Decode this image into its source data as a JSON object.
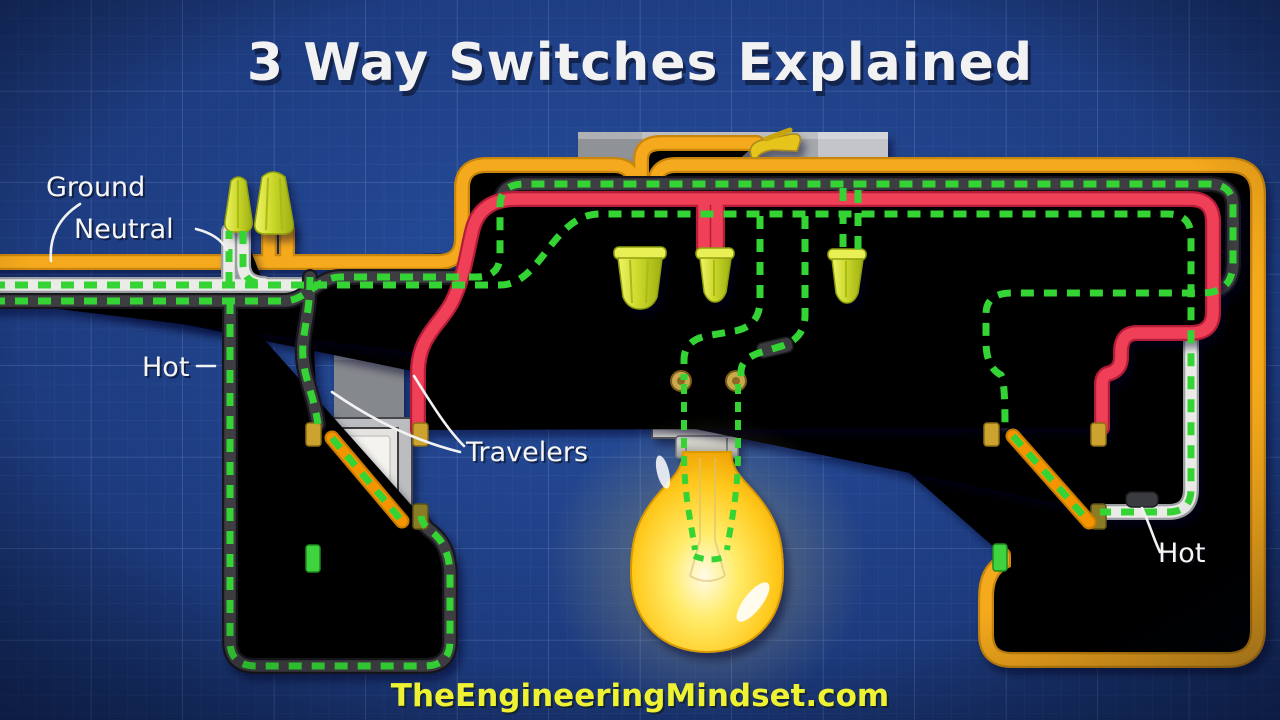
{
  "title": "3 Way Switches Explained",
  "watermark": "TheEngineeringMindset.com",
  "labels": {
    "ground": "Ground",
    "neutral": "Neutral",
    "hot_left": "Hot",
    "travelers": "Travelers",
    "hot_right": "Hot"
  },
  "colors": {
    "background_blue": "#1e3d82",
    "grid_line": "#5a7cc4",
    "ground_wire_copper": "#f5a91c",
    "neutral_wire": "#ebebe8",
    "hot_wire": "#3d3e42",
    "traveler_wire_red": "#ef4059",
    "current_flow_green": "#35d435",
    "wire_nut_yellow_green": "#d4e23a",
    "switch_strap_orange": "#f49400",
    "switch_metal_gray": "#8d9095",
    "junction_box_gray": "#a4a7ac",
    "bulb_glow_yellow": "#ffd41f",
    "title_text": "#f2f2f2",
    "label_text": "#f6f6f6",
    "watermark_text": "#eef233"
  },
  "components": {
    "left_switch": "3-way switch",
    "right_switch": "3-way switch",
    "junction_box": "ceiling junction box",
    "light": "lit incandescent bulb",
    "wire_nuts_count": 5
  }
}
